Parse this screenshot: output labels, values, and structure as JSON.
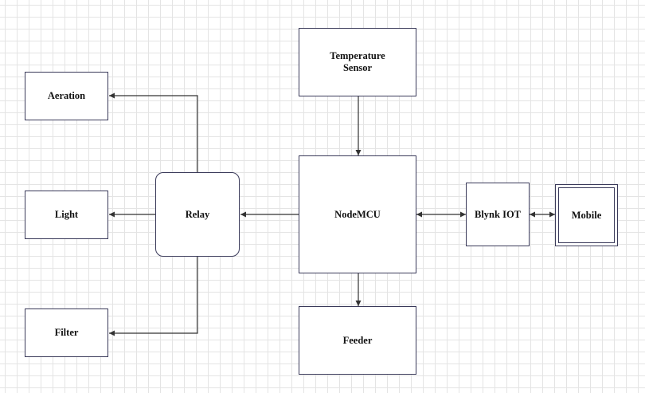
{
  "diagram": {
    "nodes": {
      "temperature_sensor": "Temperature\nSensor",
      "aeration": "Aeration",
      "light": "Light",
      "filter": "Filter",
      "relay": "Relay",
      "nodemcu": "NodeMCU",
      "feeder": "Feeder",
      "blynk_iot": "Blynk IOT",
      "mobile": "Mobile"
    },
    "edges": [
      {
        "from": "temperature_sensor",
        "to": "nodemcu",
        "direction": "forward"
      },
      {
        "from": "nodemcu",
        "to": "relay",
        "direction": "forward"
      },
      {
        "from": "relay",
        "to": "aeration",
        "direction": "forward"
      },
      {
        "from": "relay",
        "to": "light",
        "direction": "forward"
      },
      {
        "from": "relay",
        "to": "filter",
        "direction": "forward"
      },
      {
        "from": "nodemcu",
        "to": "feeder",
        "direction": "forward"
      },
      {
        "from": "nodemcu",
        "to": "blynk_iot",
        "direction": "bidirectional"
      },
      {
        "from": "blynk_iot",
        "to": "mobile",
        "direction": "bidirectional"
      }
    ],
    "colors": {
      "stroke": "#3a3a5a",
      "edge": "#333333",
      "grid": "#e4e4e4"
    }
  }
}
